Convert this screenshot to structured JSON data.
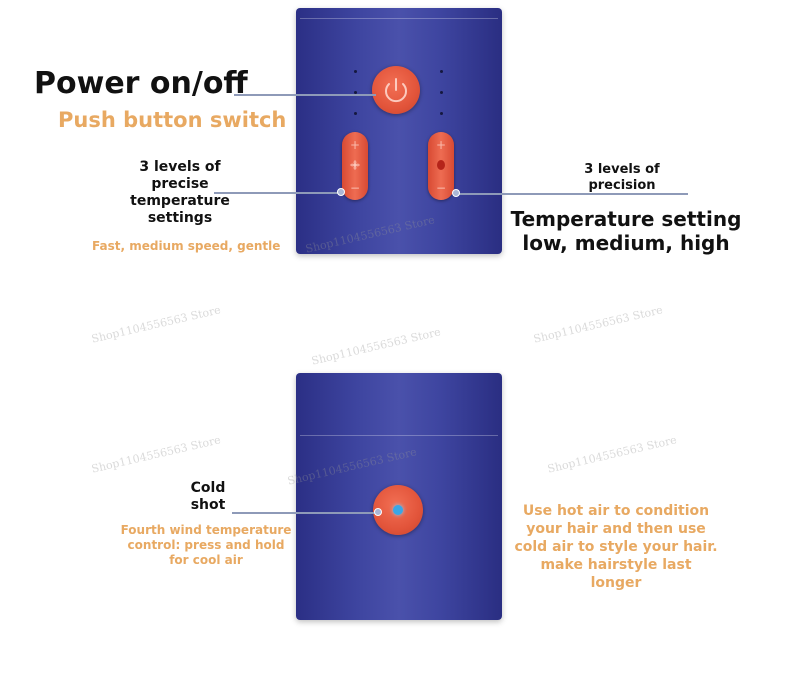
{
  "top_panel": {
    "power_title": "Power on/off",
    "power_subtitle": "Push button switch",
    "left_label": "3 levels of\nprecise\ntemperature\nsettings",
    "left_sublabel": "Fast, medium speed, gentle",
    "right_label": "3 levels of\nprecision",
    "right_title": "Temperature setting\nlow, medium, high"
  },
  "bottom_panel": {
    "cold_label": "Cold\nshot",
    "cold_sublabel": "Fourth wind temperature\ncontrol: press and hold\nfor cool air",
    "tip": "Use hot air to condition\nyour hair and then use\ncold air to style your hair.\nmake hairstyle last\nlonger"
  },
  "watermark": "Shop1104556563 Store",
  "icons": [
    "power-icon",
    "plus-icon",
    "minus-icon",
    "fan-icon",
    "indicator-icon"
  ],
  "colors": {
    "device_blue": "#3e45a0",
    "button_orange": "#e2543a",
    "accent_text": "#e8a962",
    "cold_indicator": "#3aa6e6"
  }
}
